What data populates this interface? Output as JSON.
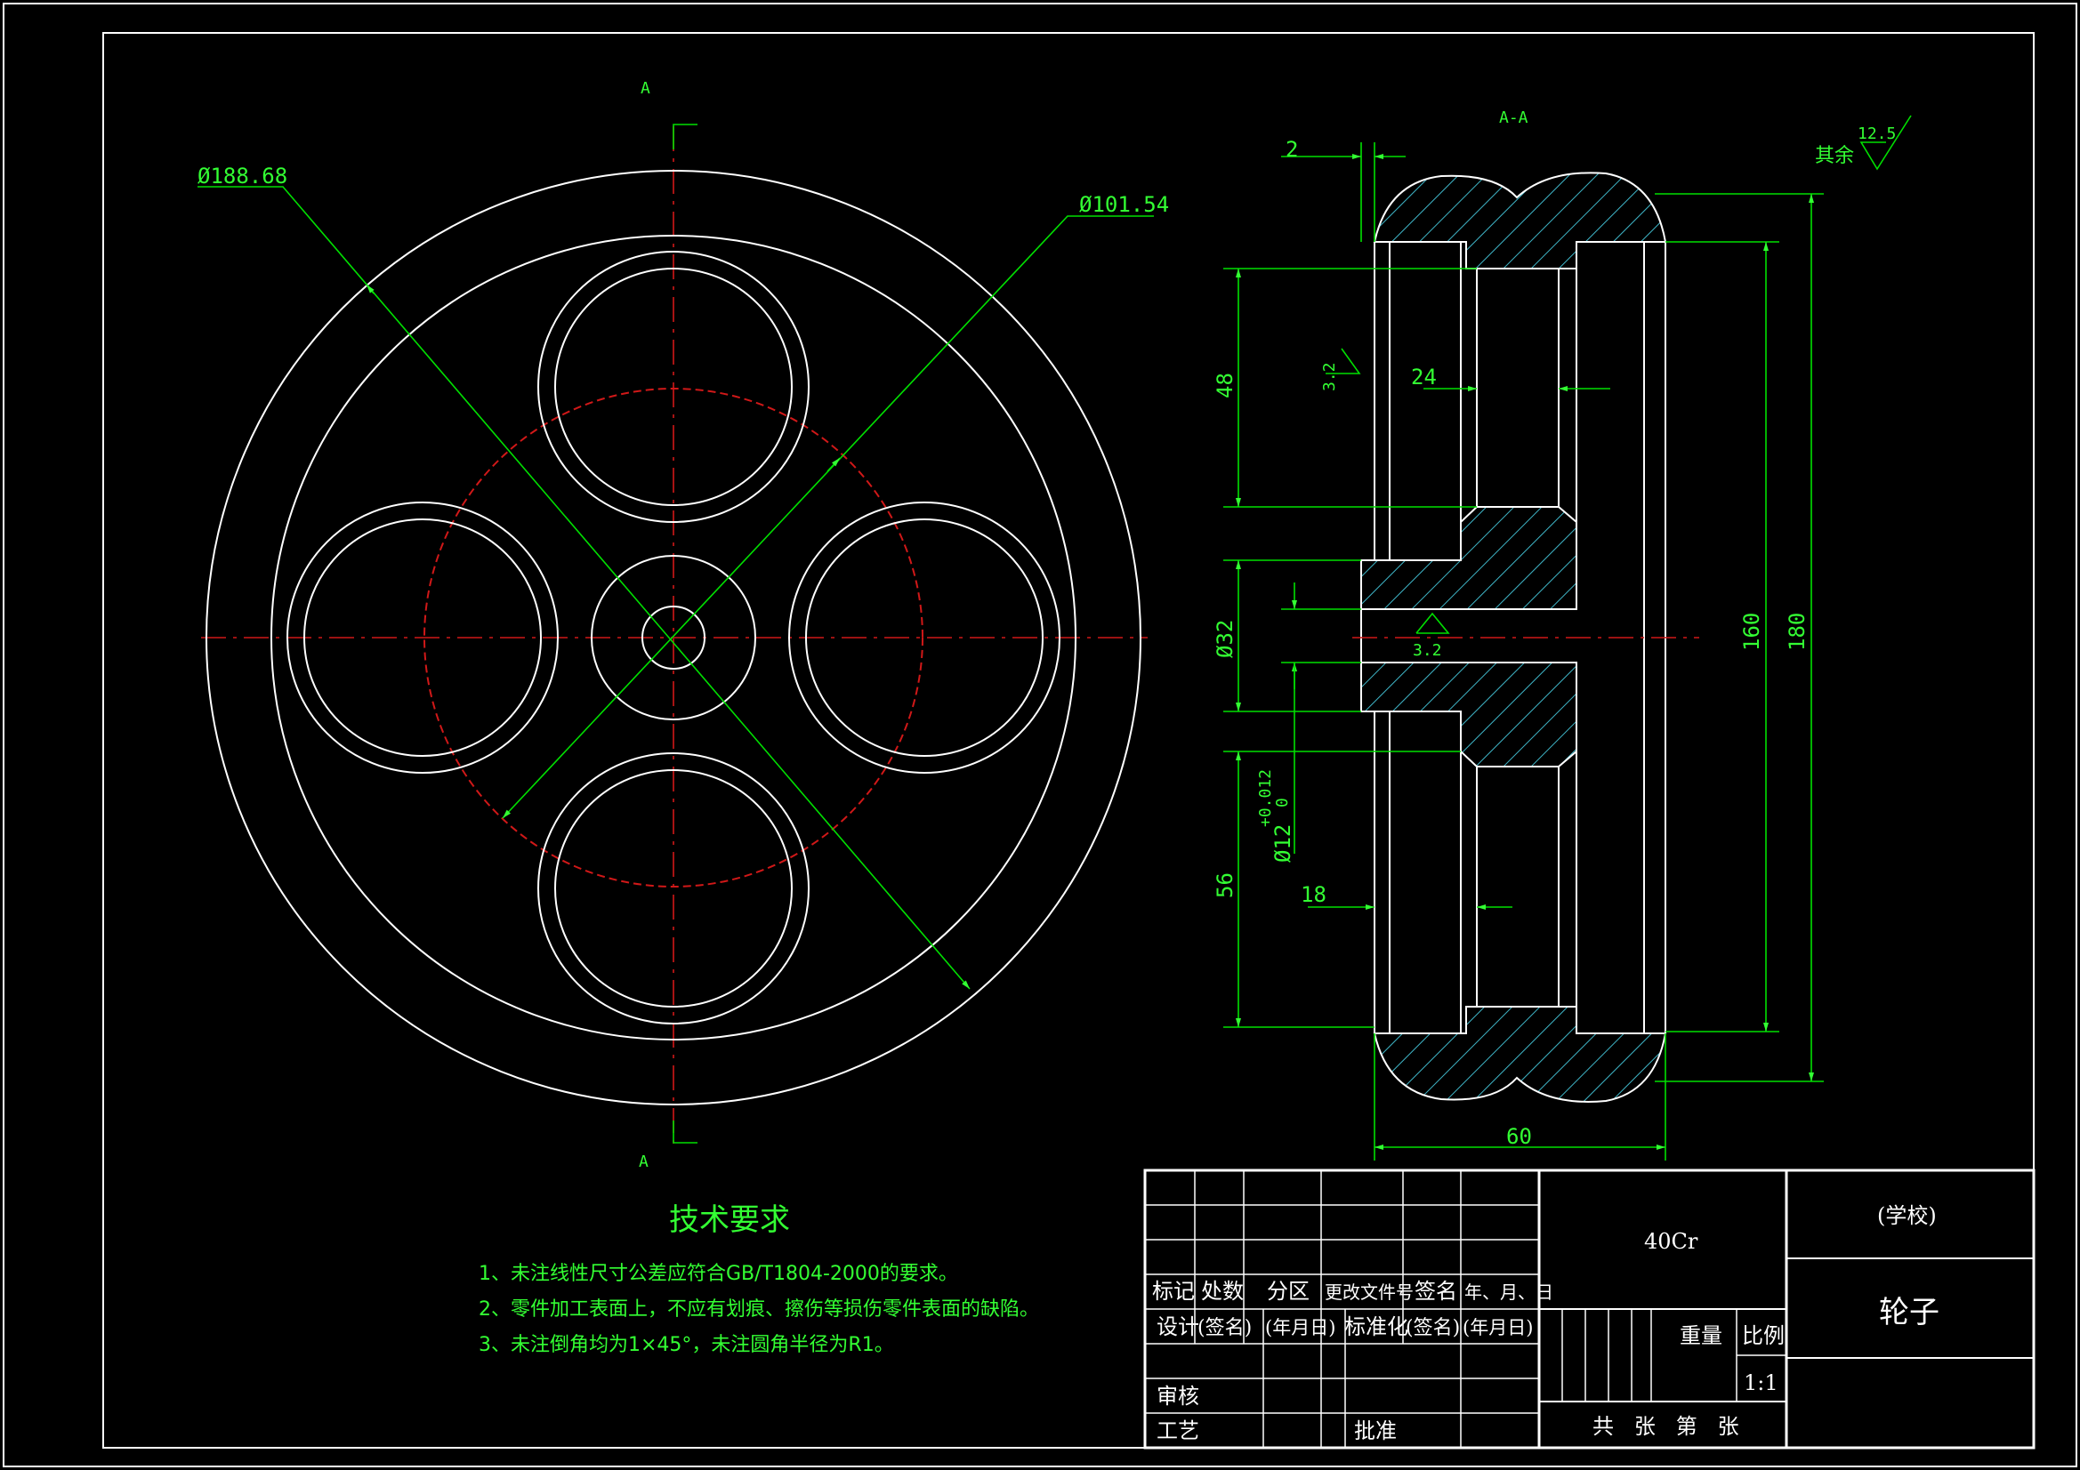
{
  "section_marks": {
    "top": "A",
    "bottom": "A",
    "section_title": "A-A"
  },
  "front_view_dims": {
    "outer_dia": "Ø188.68",
    "pcd": "Ø101.54"
  },
  "section_view_dims": {
    "d_2": "2",
    "d_24": "24",
    "d_48": "48",
    "d_32": "Ø32",
    "bore": "Ø12",
    "bore_tol_upper": "+0.012",
    "bore_tol_lower": "0",
    "d_56": "56",
    "d_18": "18",
    "d_160": "160",
    "d_180": "180",
    "d_60": "60",
    "rough_a": "3.2",
    "rough_b": "3.2"
  },
  "surface_finish": {
    "label": "其余",
    "value": "12.5"
  },
  "tech_notes": {
    "title": "技术要求",
    "items": [
      "1、未注线性尺寸公差应符合GB/T1804-2000的要求。",
      "2、零件加工表面上，不应有划痕、擦伤等损伤零件表面的缺陷。",
      "3、未注倒角均为1×45°，未注圆角半径为R1。"
    ]
  },
  "title_block": {
    "header_row": [
      "标记",
      "处数",
      "分区",
      "更改文件号",
      "签名",
      "年、月、日"
    ],
    "design_row": [
      "设计",
      "(签名)",
      "(年月日)",
      "标准化",
      "(签名)",
      "(年月日)"
    ],
    "review": "审核",
    "process": "工艺",
    "approve": "批准",
    "material": "40Cr",
    "weight_label": "重量",
    "scale_label": "比例",
    "scale_value": "1:1",
    "sheets": "共   张   第   张",
    "school": "(学校)",
    "part_name": "轮子"
  },
  "colors": {
    "background": "#000000",
    "outline": "#ffffff",
    "dimension": "#33ff33",
    "centerline": "#d01818",
    "hatch": "#3fb6c8"
  }
}
